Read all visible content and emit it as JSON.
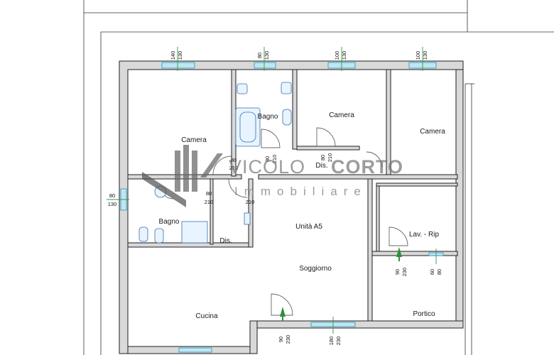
{
  "rooms": {
    "camera_left": "Camera",
    "bagno_top": "Bagno",
    "camera_mid": "Camera",
    "camera_right": "Camera",
    "dis_top": "Dis.",
    "bagno_left": "Bagno",
    "dis_left": "Dis.",
    "unita": "Unità A5",
    "soggiorno": "Soggiorno",
    "lav_rip": "Lav. - Rip",
    "cucina": "Cucina",
    "portico": "Portico"
  },
  "windows": [
    {
      "w": "140",
      "h": "130"
    },
    {
      "w": "80",
      "h": "130"
    },
    {
      "w": "100",
      "h": "130"
    },
    {
      "w": "100",
      "h": "130"
    }
  ],
  "doors": {
    "bagno_top": {
      "w": "80",
      "h": "210"
    },
    "camera_mid": {
      "w": "80",
      "h": "210"
    },
    "camera_left": {
      "w": "80",
      "h": "210"
    },
    "bagno_left": {
      "w": "80",
      "h": "210"
    },
    "dis": {
      "h": "210"
    },
    "lav": {
      "w": "90",
      "h": "230"
    },
    "lav_win": {
      "w": "60",
      "h": "80"
    },
    "entrance": {
      "w": "90",
      "h": "230"
    },
    "soggiorno_win": {
      "w": "180",
      "h": "230"
    }
  },
  "left_window": {
    "w": "80",
    "h": "130"
  },
  "watermark": {
    "brand_prefix": "VICOLO",
    "brand_suffix": "CORTO",
    "subtitle": "Immobiliare"
  },
  "colors": {
    "wall": "#1f1f1f",
    "green_line": "#2e9c3c",
    "fixture_blue": "#3a6fb0",
    "watermark": "#777777"
  }
}
